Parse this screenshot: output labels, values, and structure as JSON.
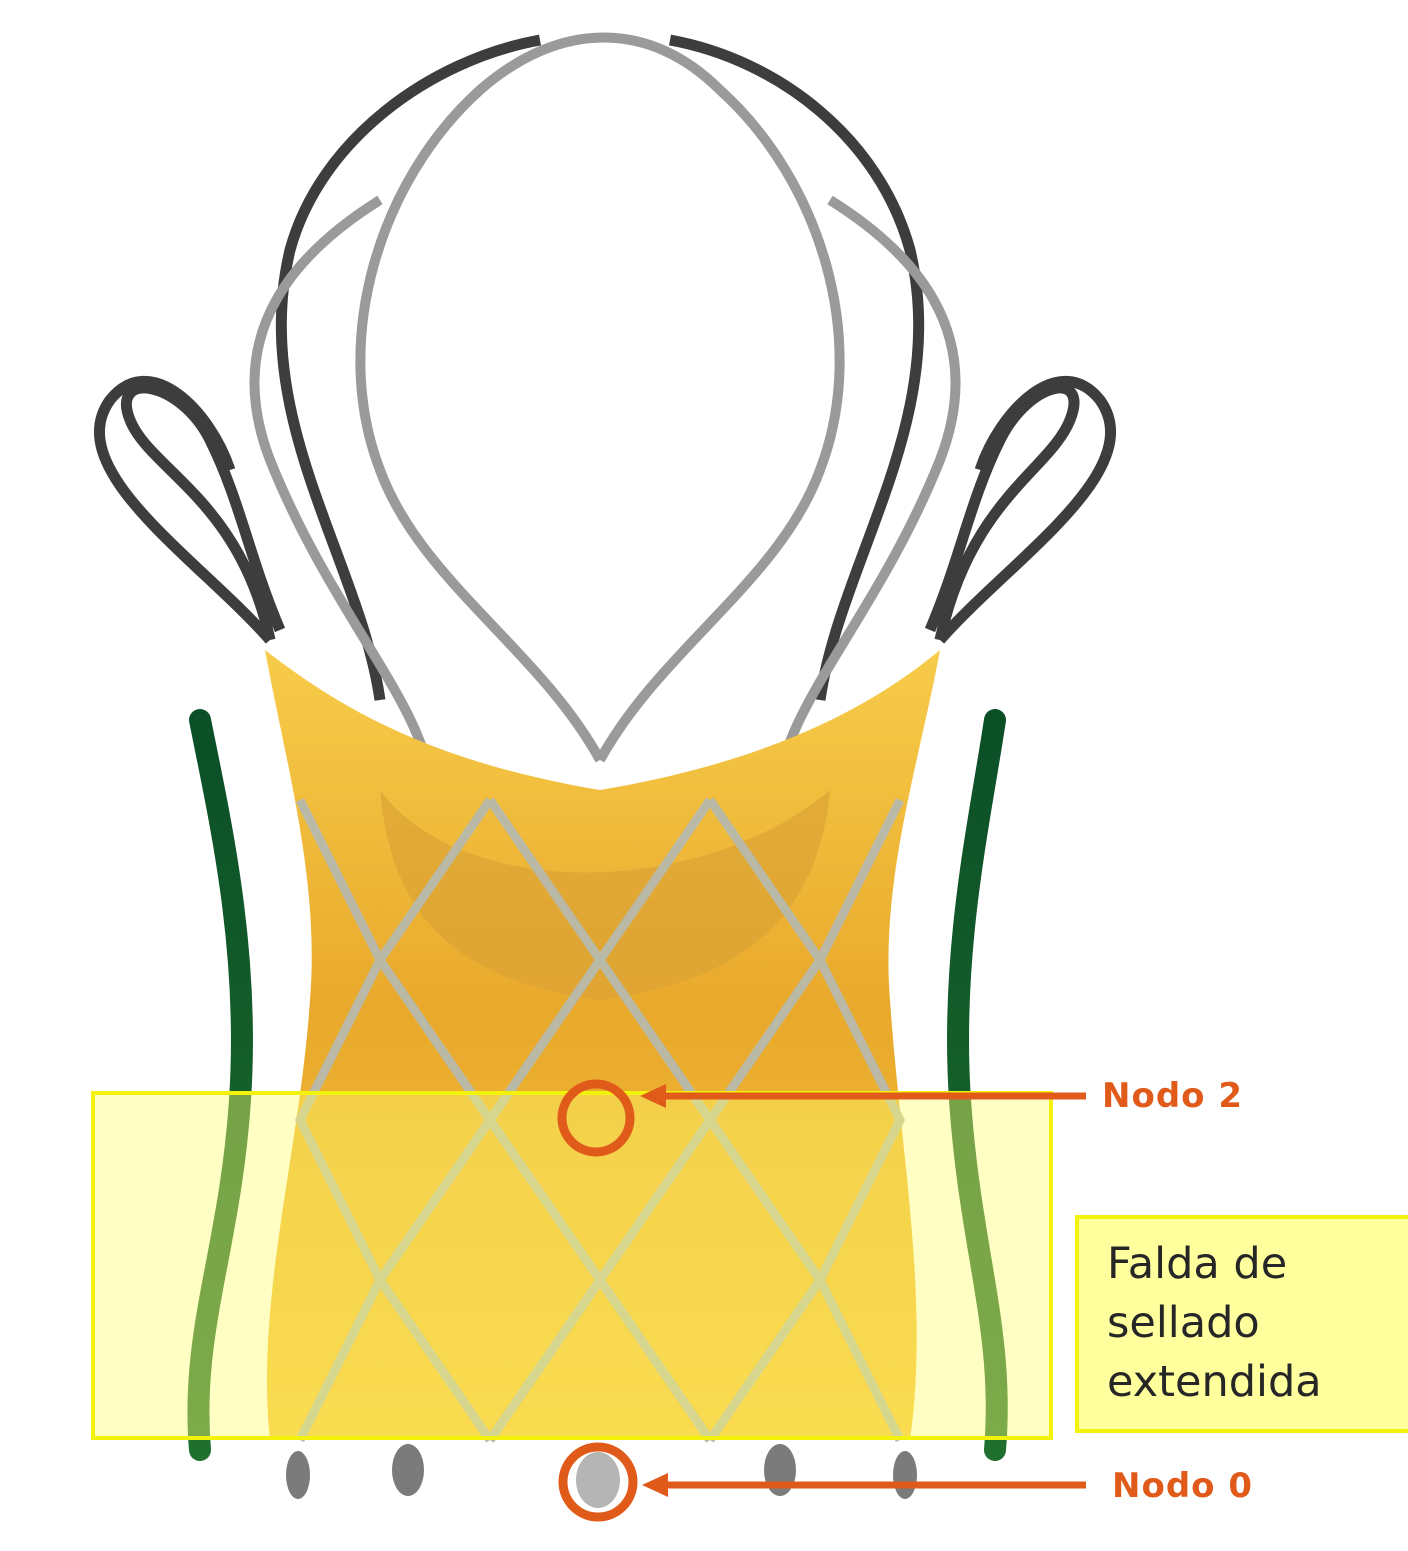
{
  "labels": {
    "node_top": "Nodo 2",
    "node_bottom": "Nodo 0"
  },
  "skirt_label": {
    "lines": [
      "Falda de",
      "sellado",
      "extendida"
    ]
  },
  "colors": {
    "skirt_fill": "#f5c236",
    "frame_metal": "#8a8a8a",
    "frame_dark": "#3a3a3a",
    "anatomy_walls": "#0d5a2c",
    "highlight_box": "#ffff80",
    "callout_accent": "#e05a1a"
  }
}
